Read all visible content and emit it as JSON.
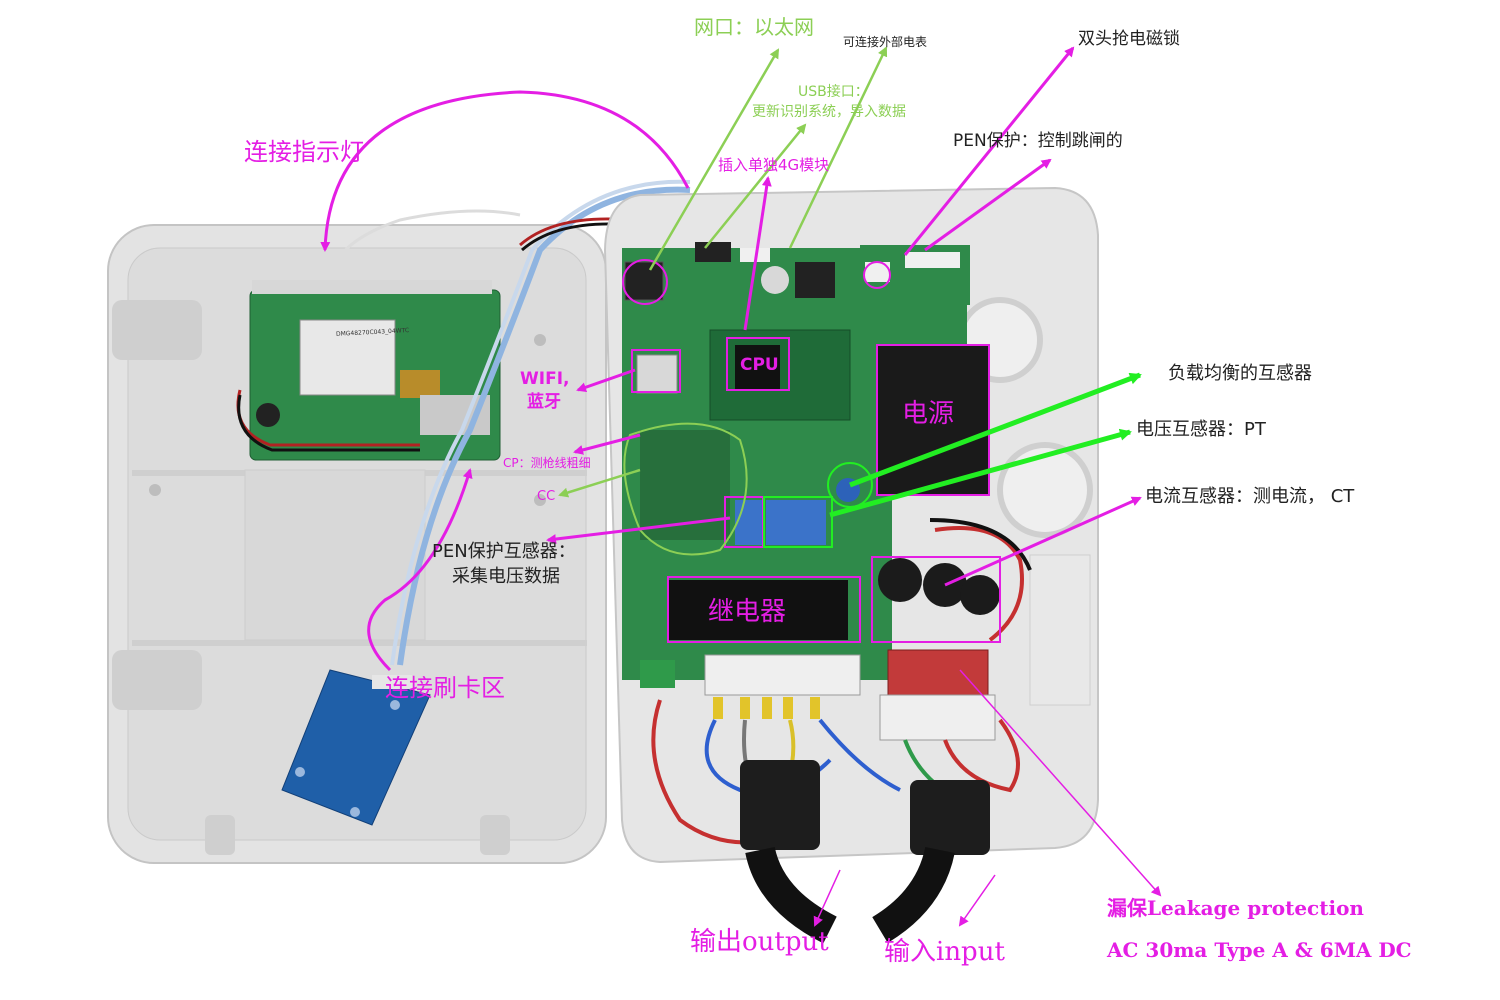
{
  "colors": {
    "annotation_magenta": "#e41ee4",
    "annotation_green": "#8ccf55",
    "annotation_bright_green": "#22ee22",
    "enclosure_grey": "#e6e6e6",
    "pcb_green": "#2f8a4a",
    "module_black": "#1a1a1a",
    "rfid_blue": "#1f5fa8"
  },
  "labels": {
    "ethernet_port": "网口：以太网",
    "external_meter": "可连接外部电表",
    "usb_port_line1": "USB接口：",
    "usb_port_line2": "更新识别系统，导入数据",
    "dual_gun_lock": "双头抢电磁锁",
    "module_4g": "插入单独4G模块",
    "pen_protection": "PEN保护：控制跳闸的",
    "indicator_light": "连接指示灯",
    "wifi_line1": "WIFI,",
    "wifi_line2": "蓝牙",
    "cpu": "CPU",
    "power_supply": "电源",
    "load_balance_ct": "负载均衡的互感器",
    "voltage_transformer": "电压互感器：PT",
    "cp_sense": "CP：测枪线粗细",
    "cc": "CC",
    "current_transformer": "电流互感器：测电流， CT",
    "pen_transformer_line1": "PEN保护互感器：",
    "pen_transformer_line2": "采集电压数据",
    "relay": "继电器",
    "card_reader_area": "连接刷卡区",
    "leakage_line1": "漏保Leakage protection",
    "leakage_line2": "AC 30ma Type A & 6MA DC",
    "output": "输出output",
    "input": "输入input"
  },
  "photo_text": {
    "display_board_code": "DMG48270C043_04WTC"
  }
}
